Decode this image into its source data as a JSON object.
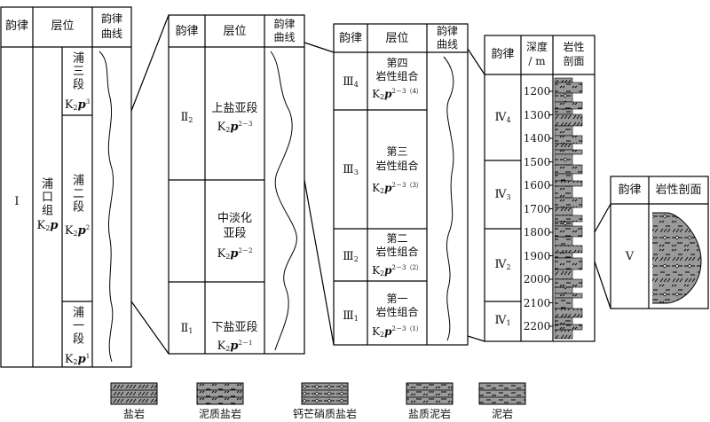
{
  "panel1": {
    "h_yunlv": "韵律",
    "h_cengwei": "层位",
    "h_curve": "韵律\n曲线",
    "roman": "Ⅰ",
    "formation": "浦口组",
    "formation_code": "K",
    "formation_sub": "2",
    "formation_p": "p",
    "seg3": "浦三段",
    "seg3_code": "K",
    "seg3_sub": "2",
    "seg3_sup": "3",
    "seg2": "浦二段",
    "seg2_sup": "2",
    "seg1": "浦一段",
    "seg1_sup": "1"
  },
  "panel2": {
    "h_yunlv": "韵律",
    "h_cengwei": "层位",
    "h_curve": "韵律\n曲线",
    "roman_top": "Ⅱ",
    "roman_top_sub": "2",
    "roman_bot": "Ⅱ",
    "roman_bot_sub": "1",
    "upper": "上盐亚段",
    "upper_sup": "2－3",
    "middle_1": "中淡化",
    "middle_2": "亚段",
    "middle_sup": "2－2",
    "lower": "下盐亚段",
    "lower_sup": "2－1"
  },
  "panel3": {
    "h_yunlv": "韵律",
    "h_cengwei": "层位",
    "h_curve": "韵律\n曲线",
    "romans": [
      {
        "r": "Ⅲ",
        "s": "4"
      },
      {
        "r": "Ⅲ",
        "s": "3"
      },
      {
        "r": "Ⅲ",
        "s": "2"
      },
      {
        "r": "Ⅲ",
        "s": "1"
      }
    ],
    "units": [
      {
        "l1": "第四",
        "l2": "岩性组合",
        "sup": "2－3（4）"
      },
      {
        "l1": "第三",
        "l2": "岩性组合",
        "sup": "2－3（3）"
      },
      {
        "l1": "第二",
        "l2": "岩性组合",
        "sup": "2－3（2）"
      },
      {
        "l1": "第一",
        "l2": "岩性组合",
        "sup": "2－3（1）"
      }
    ]
  },
  "panel4": {
    "h_yunlv": "韵律",
    "h_depth": "深度\n/ m",
    "h_section": "岩性\n剖面",
    "romans": [
      {
        "r": "Ⅳ",
        "s": "4"
      },
      {
        "r": "Ⅳ",
        "s": "3"
      },
      {
        "r": "Ⅳ",
        "s": "2"
      },
      {
        "r": "Ⅳ",
        "s": "1"
      }
    ],
    "depths": [
      "1200",
      "1300",
      "1400",
      "1500",
      "1600",
      "1700",
      "1800",
      "1900",
      "2000",
      "2100",
      "2200"
    ]
  },
  "panel5": {
    "h_yunlv": "韵律",
    "h_section": "岩性剖面",
    "roman": "Ⅴ"
  },
  "legend": [
    {
      "label": "盐岩",
      "pattern": "salt"
    },
    {
      "label": "泥质盐岩",
      "pattern": "muddy-salt"
    },
    {
      "label": "钙芒硝质盐岩",
      "pattern": "glauberite-salt"
    },
    {
      "label": "盐质泥岩",
      "pattern": "salty-mudstone"
    },
    {
      "label": "泥岩",
      "pattern": "mudstone"
    }
  ],
  "colors": {
    "fill": "#9a9a9a",
    "line": "#000000"
  }
}
